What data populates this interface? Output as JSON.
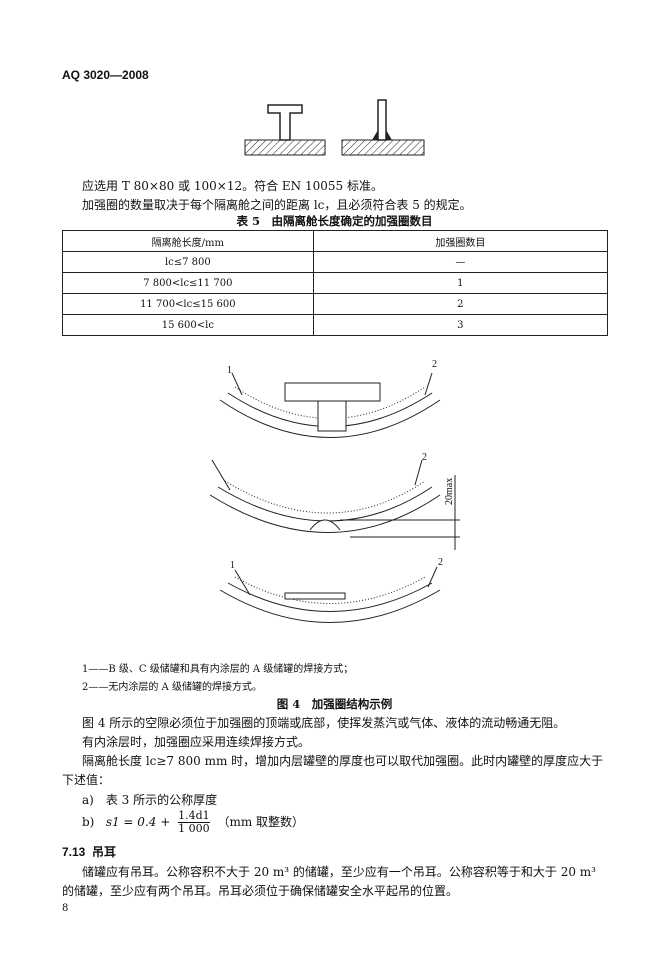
{
  "header": "AQ 3020—2008",
  "para1": "应选用 T 80×80 或 100×12。符合 EN 10055 标准。",
  "para2": "加强圈的数量取决于每个隔离舱之间的距离 lc，且必须符合表 5 的规定。",
  "table5": {
    "caption": "表 5　由隔离舱长度确定的加强圈数目",
    "headers": [
      "隔离舱长度/mm",
      "加强圈数目"
    ],
    "rows": [
      [
        "lc≤7 800",
        "—"
      ],
      [
        "7 800<lc≤11 700",
        "1"
      ],
      [
        "11 700<lc≤15 600",
        "2"
      ],
      [
        "15 600<lc",
        "3"
      ]
    ]
  },
  "figure": {
    "labels": [
      "1",
      "2"
    ],
    "dim": "20max",
    "legend": [
      "1——B 级、C 级储罐和具有内涂层的 A 级储罐的焊接方式；",
      "2——无内涂层的 A 级储罐的焊接方式。"
    ],
    "caption": "图 4　加强圈结构示例"
  },
  "body": {
    "p1": "图 4 所示的空隙必须位于加强圈的顶端或底部，使挥发蒸汽或气体、液体的流动畅通无阻。",
    "p2": "有内涂层时，加强圈应采用连续焊接方式。",
    "p3a": "隔离舱长度 lc≥7 800 mm 时，增加内层罐壁的厚度也可以取代加强圈。此时内罐壁的厚度应大于",
    "p3b": "下述值：",
    "item_a": "a)　表 3 所示的公称厚度",
    "item_b_label": "b)",
    "item_b_lhs": "s1 = 0.4 +",
    "item_b_num": "1.4d1",
    "item_b_den": "1 000",
    "item_b_note": "（mm 取整数）"
  },
  "section": {
    "number": "7.13",
    "title": "吊耳"
  },
  "section_text": [
    "储罐应有吊耳。公称容积不大于 20 m³ 的储罐，至少应有一个吊耳。公称容积等于和大于 20 m³",
    "的储罐，至少应有两个吊耳。吊耳必须位于确保储罐安全水平起吊的位置。"
  ],
  "page_number": "8"
}
